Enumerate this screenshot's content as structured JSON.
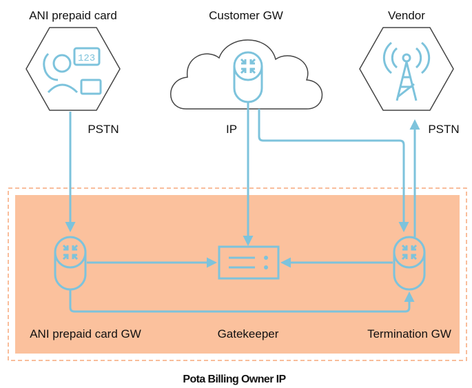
{
  "nodes": {
    "ani_card": "ANI prepaid card",
    "customer_gw": "Customer GW",
    "vendor": "Vendor",
    "ani_gw": "ANI prepaid card GW",
    "gatekeeper": "Gatekeeper",
    "termination_gw": "Termination GW"
  },
  "links": {
    "pstn_left": "PSTN",
    "ip": "IP",
    "pstn_right": "PSTN"
  },
  "region": {
    "caption": "Pota Billing Owner IP"
  },
  "colors": {
    "accent": "#7dc3dc",
    "region_fill": "#fbc19d",
    "region_border": "#f7a77a",
    "hexagon_stroke": "#444444"
  },
  "icons": {
    "ani_card": "phone-keypad-icon",
    "customer_gw": "router-icon",
    "vendor": "antenna-tower-icon",
    "ani_gw": "router-icon",
    "gatekeeper": "server-icon",
    "termination_gw": "router-icon"
  }
}
